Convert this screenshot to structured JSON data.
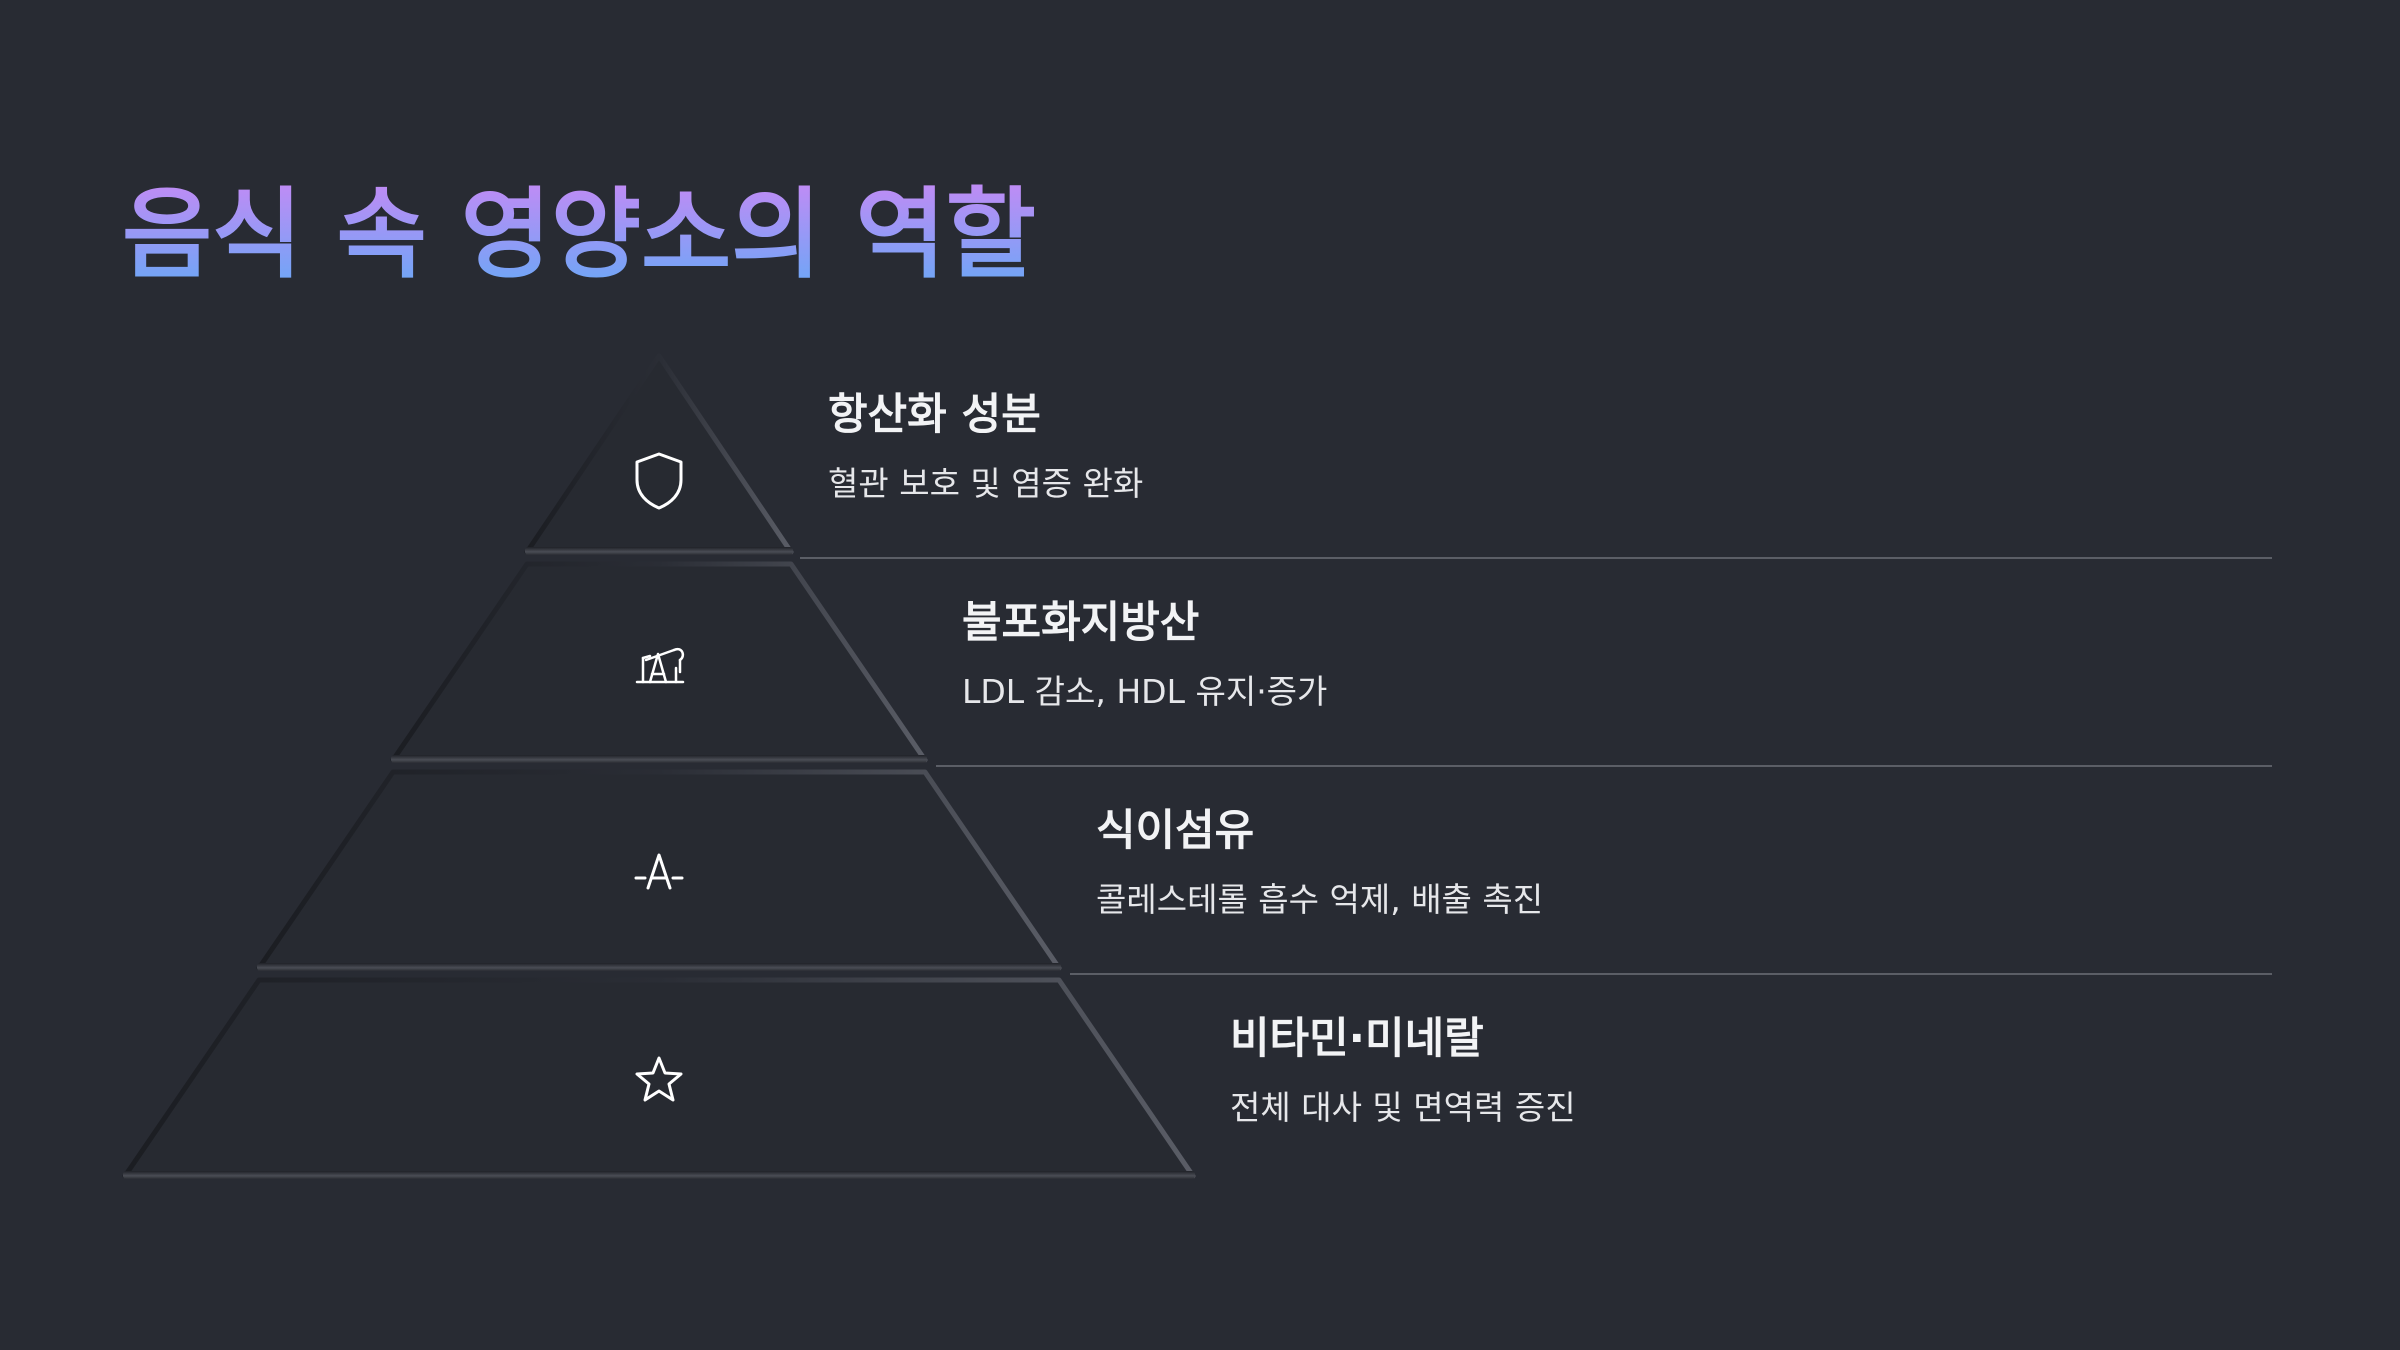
{
  "slide": {
    "title": "음식 속 영양소의 역할",
    "title_gradient": [
      "#c08cf5",
      "#6aa6f5"
    ],
    "background": "#282b33"
  },
  "tiers": [
    {
      "heading": "항산화 성분",
      "description": "혈관 보호 및 염증 완화",
      "icon": "shield-icon"
    },
    {
      "heading": "불포화지방산",
      "description": "LDL 감소, HDL 유지·증가",
      "icon": "oil-pump-icon"
    },
    {
      "heading": "식이섬유",
      "description": "콜레스테롤 흡수 억제, 배출 촉진",
      "icon": "fiber-a-icon"
    },
    {
      "heading": "비타민·미네랄",
      "description": "전체 대사 및 면역력 증진",
      "icon": "star-icon"
    }
  ]
}
